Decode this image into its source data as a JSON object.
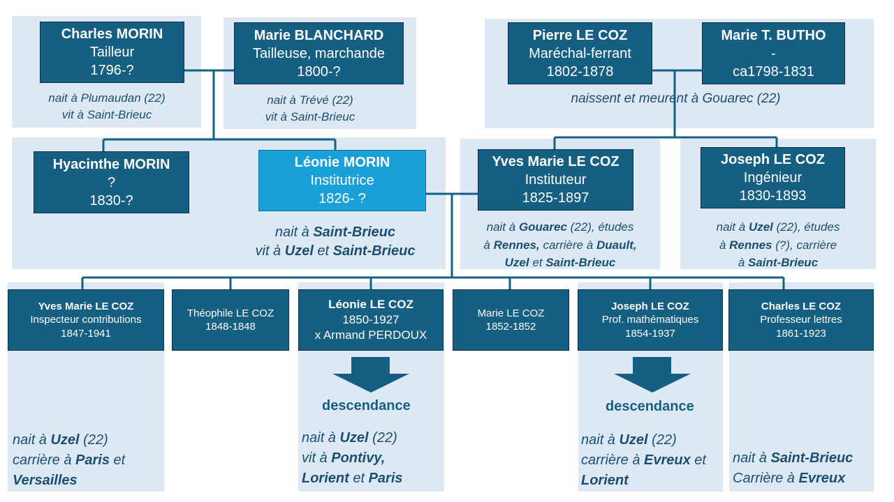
{
  "parents_morin": {
    "father": {
      "name": "Charles MORIN",
      "role": "Tailleur",
      "dates": "1796-?"
    },
    "mother": {
      "name": "Marie BLANCHARD",
      "role": "Tailleuse, marchande",
      "dates": "1800-?"
    },
    "father_note": [
      "nait à Plumaudan (22)",
      "vit à Saint-Brieuc"
    ],
    "mother_note": [
      "nait à Trévé (22)",
      "vit à Saint-Brieuc"
    ]
  },
  "parents_lecoz": {
    "father": {
      "name": "Pierre LE COZ",
      "role": "Maréchal-ferrant",
      "dates": "1802-1878"
    },
    "mother": {
      "name": "Marie T. BUTHO",
      "role": "-",
      "dates": "ca1798-1831"
    },
    "note": "naissent et meurent à Gouarec (22)"
  },
  "gen2": {
    "hyacinthe": {
      "name": "Hyacinthe MORIN",
      "role": "?",
      "dates": "1830-?"
    },
    "leonie": {
      "name": "Léonie MORIN",
      "role": "Institutrice",
      "dates": "1826- ?",
      "note1_a": "nait à ",
      "note1_b": "Saint-Brieuc",
      "note2_a": "vit à ",
      "note2_b": "Uzel",
      "note2_c": " et ",
      "note2_d": "Saint-Brieuc"
    },
    "yves": {
      "name": "Yves Marie LE COZ",
      "role": "Instituteur",
      "dates": "1825-1897",
      "n1a": "nait à ",
      "n1b": "Gouarec",
      "n1c": " (22), études",
      "n2a": "à ",
      "n2b": "Rennes,",
      "n2c": " carrière à ",
      "n2d": "Duault,",
      "n3a": "Uzel",
      "n3b": " et ",
      "n3c": "Saint-Brieuc"
    },
    "joseph": {
      "name": "Joseph LE COZ",
      "role": "Ingénieur",
      "dates": "1830-1893",
      "n1a": "nait à ",
      "n1b": "Uzel",
      "n1c": " (22), études",
      "n2a": "à ",
      "n2b": "Rennes",
      "n2c": " (?), carrière",
      "n3a": "à ",
      "n3b": "Saint-Brieuc"
    }
  },
  "children": [
    {
      "name": "Yves Marie LE COZ",
      "role": "Inspecteur contributions",
      "dates": "1847-1941"
    },
    {
      "name": "Théophile LE COZ",
      "dates": "1848-1848"
    },
    {
      "name": "Léonie LE COZ",
      "dates": "1850-1927",
      "spouse": "x Armand PERDOUX"
    },
    {
      "name": "Marie LE COZ",
      "dates": "1852-1852"
    },
    {
      "name": "Joseph LE COZ",
      "role": "Prof. mathématiques",
      "dates": "1854-1937"
    },
    {
      "name": "Charles LE COZ",
      "role": "Professeur lettres",
      "dates": "1861-1923"
    }
  ],
  "descendance_label": "descendance",
  "child_notes": {
    "yves": {
      "a": "nait à ",
      "b": "Uzel",
      "c": " (22)",
      "d": "carrière à ",
      "e": "Paris",
      "f": " et",
      "g": "Versailles"
    },
    "leonie": {
      "a": "nait à ",
      "b": "Uzel",
      "c": " (22)",
      "d": "vit à ",
      "e": "Pontivy,",
      "f": "Lorient",
      "g": " et ",
      "h": "Paris"
    },
    "joseph": {
      "a": "nait à ",
      "b": "Uzel",
      "c": " (22)",
      "d": "carrière à ",
      "e": "Evreux",
      "f": " et",
      "g": "Lorient"
    },
    "charles": {
      "a": "nait à ",
      "b": "Saint-Brieuc",
      "c": "Carrière à ",
      "d": "Evreux"
    }
  }
}
